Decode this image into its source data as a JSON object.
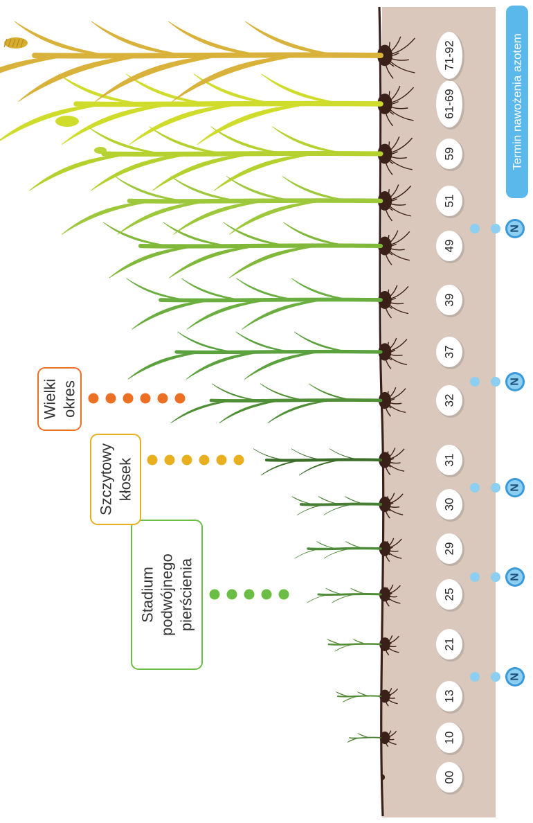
{
  "legend_tag": "Termin nawożenia azotem",
  "stages": [
    "00",
    "10",
    "13",
    "21",
    "25",
    "29",
    "30",
    "31",
    "32",
    "37",
    "39",
    "49",
    "51",
    "59",
    "61-69",
    "71-92"
  ],
  "nitrogen_symbol": "N",
  "nitrogen_after_stages": [
    "13",
    "25",
    "30",
    "32",
    "49"
  ],
  "phases": [
    {
      "lines": [
        "Stadium",
        "podwójnego",
        "pierścienia"
      ],
      "color": "#6cbd45",
      "dots": 5
    },
    {
      "lines": [
        "Szczytowy",
        "kłosek"
      ],
      "color": "#e8b020",
      "dots": 6
    },
    {
      "lines": [
        "Wielki",
        "okres"
      ],
      "color": "#ec7023",
      "dots": 6
    }
  ],
  "colors": {
    "soil": "#dac8bd",
    "soil_line": "#3a2018",
    "nitrogen": "#8dcff0",
    "nitrogen_dark": "#3a9ad9"
  }
}
